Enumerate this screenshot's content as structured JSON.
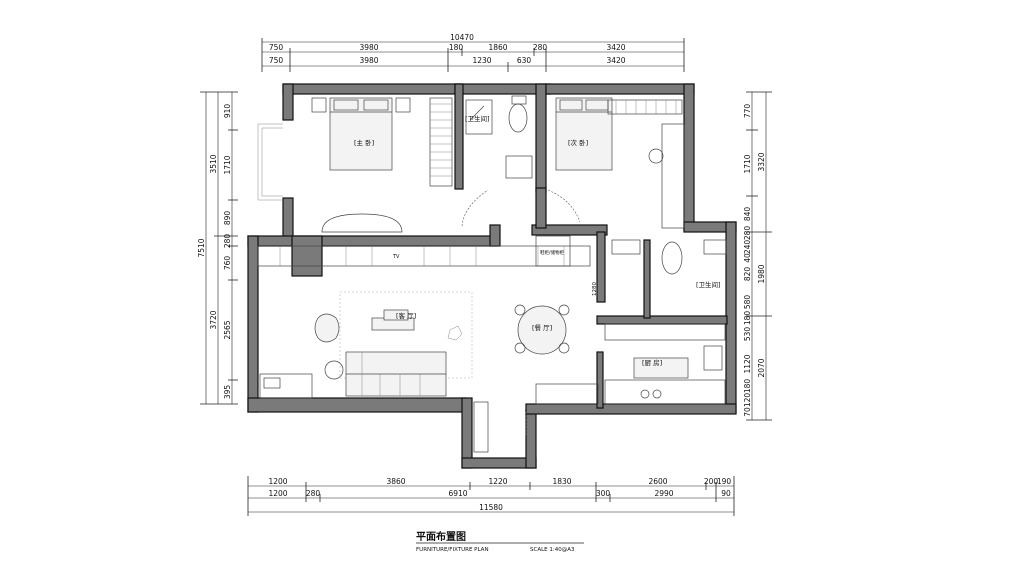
{
  "top_dimensions": {
    "total": "10470",
    "row1": [
      "750",
      "3980",
      "180",
      "1860",
      "280",
      "3420"
    ],
    "row2": [
      "750",
      "3980",
      "1230",
      "630",
      "3420"
    ]
  },
  "bottom_dimensions": {
    "row1": [
      "1200",
      "3860",
      "1220",
      "1830",
      "2600",
      "200",
      "190"
    ],
    "row2": [
      "1200",
      "280",
      "6910",
      "300",
      "2990",
      "90"
    ],
    "total": "11580"
  },
  "left_dimensions": {
    "total": "7510",
    "outer": [
      "3510",
      "3720"
    ],
    "inner": [
      "910",
      "1710",
      "890",
      "280",
      "760",
      "2565",
      "395"
    ]
  },
  "right_dimensions": {
    "outer": [
      "3320",
      "1980",
      "2070"
    ],
    "inner": [
      "770",
      "1710",
      "840",
      "280",
      "240",
      "40",
      "820",
      "580",
      "180",
      "530",
      "1120",
      "180",
      "120",
      "70"
    ]
  },
  "rooms": {
    "master_bedroom": "[主 卧]",
    "bathroom_1": "[卫生间]",
    "second_bedroom": "[次 卧]",
    "bathroom_2": "[卫生间]",
    "living_room": "[客 厅]",
    "dining_room": "[餐 厅]",
    "kitchen": "[厨 房]"
  },
  "misc_labels": {
    "cabinet_note": "鞋柜/储物柜",
    "tv": "TV",
    "dim_1280": "1280"
  },
  "title": {
    "main": "平面布置图",
    "sub": "FURNITURE/FIXTURE PLAN",
    "scale": "SCALE 1:40@A3"
  }
}
